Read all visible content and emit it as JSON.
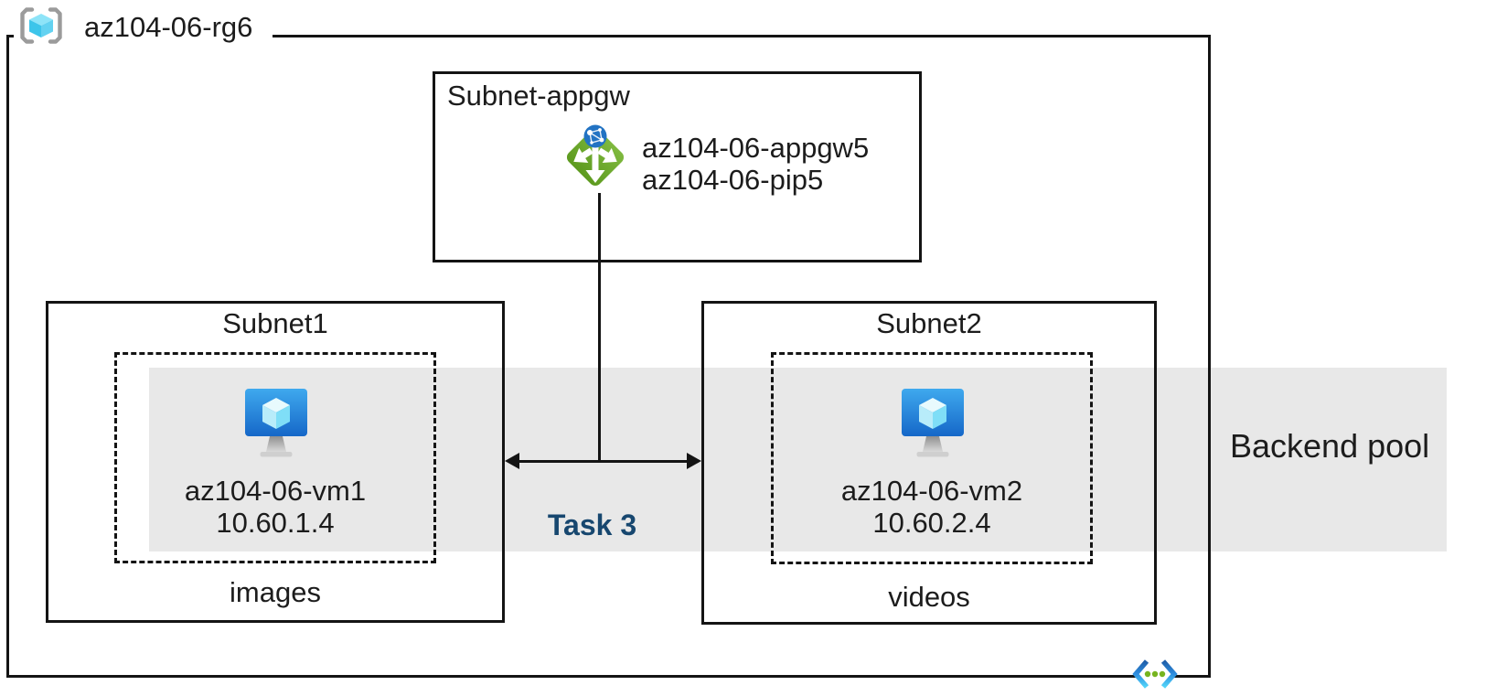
{
  "diagram": {
    "resource_group": {
      "name": "az104-06-rg6",
      "icon": "resource-group-icon"
    },
    "appgw_subnet": {
      "title": "Subnet-appgw",
      "gateway": {
        "icon": "application-gateway-icon",
        "name": "az104-06-appgw5",
        "public_ip": "az104-06-pip5"
      }
    },
    "subnet1": {
      "title": "Subnet1",
      "vm": {
        "icon": "virtual-machine-icon",
        "name": "az104-06-vm1",
        "ip": "10.60.1.4"
      },
      "caption": "images"
    },
    "subnet2": {
      "title": "Subnet2",
      "vm": {
        "icon": "virtual-machine-icon",
        "name": "az104-06-vm2",
        "ip": "10.60.2.4"
      },
      "caption": "videos"
    },
    "backend_pool_label": "Backend pool",
    "task_label": "Task 3",
    "vnet_icon": "virtual-network-icon",
    "colors": {
      "band": "#e8e8e8",
      "border": "#141414",
      "task_text": "#17476f",
      "gateway_green_top": "#7fb93f",
      "gateway_green_bottom": "#5d9a1f",
      "gateway_globe_blue": "#2273c3",
      "vm_blue_top": "#3fa9ee",
      "vm_blue_bottom": "#1567c8",
      "vnet_dot_green": "#76b41f",
      "vnet_blue_top": "#1f5ea8",
      "vnet_blue_bottom": "#53d4f8",
      "rg_cube_cyan": "#45c6eb"
    }
  }
}
